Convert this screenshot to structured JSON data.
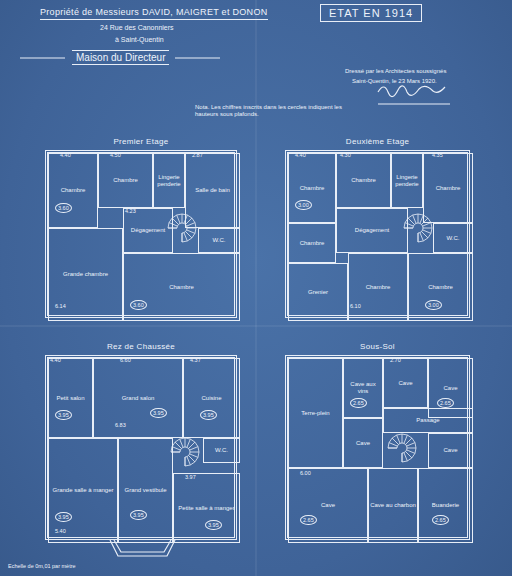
{
  "diagram": {
    "title": "Maison du Directeur",
    "nodes": [
      {
        "text": [
          "Premier Etage"
        ]
      },
      {
        "text": [
          "Chambre"
        ],
        "in": 0
      },
      {
        "text": [
          "Chambre"
        ],
        "in": 0
      },
      {
        "text": [
          "Lingerie penderie"
        ],
        "in": 0
      },
      {
        "text": [
          "Salle de bain"
        ],
        "in": 0
      },
      {
        "text": [
          "Grande chambre"
        ],
        "in": 0
      },
      {
        "text": [
          "Dégagement"
        ],
        "in": 0
      },
      {
        "text": [
          "W.C."
        ],
        "in": 0
      },
      {
        "text": [
          "Chambre"
        ],
        "in": 0
      },
      {
        "text": [
          "Deuxième Etage"
        ]
      },
      {
        "text": [
          "Chambre"
        ],
        "in": 9
      },
      {
        "text": [
          "Chambre"
        ],
        "in": 9
      },
      {
        "text": [
          "Lingerie penderie"
        ],
        "in": 9
      },
      {
        "text": [
          "Chambre"
        ],
        "in": 9
      },
      {
        "text": [
          "Dégagement"
        ],
        "in": 9
      },
      {
        "text": [
          "Chambre"
        ],
        "in": 9
      },
      {
        "text": [
          "W.C."
        ],
        "in": 9
      },
      {
        "text": [
          "Grenier"
        ],
        "in": 9
      },
      {
        "text": [
          "Chambre"
        ],
        "in": 9
      },
      {
        "text": [
          "Chambre"
        ],
        "in": 9
      },
      {
        "text": [
          "Rez de Chaussée"
        ]
      },
      {
        "text": [
          "Petit salon"
        ],
        "in": 20
      },
      {
        "text": [
          "Grand salon"
        ],
        "in": 20
      },
      {
        "text": [
          "Cuisine"
        ],
        "in": 20
      },
      {
        "text": [
          "Grande salle à manger"
        ],
        "in": 20
      },
      {
        "text": [
          "Grand vestibule"
        ],
        "in": 20
      },
      {
        "text": [
          "W.C."
        ],
        "in": 20
      },
      {
        "text": [
          "Petite salle à manger"
        ],
        "in": 20
      },
      {
        "text": [
          "Sous-Sol"
        ]
      },
      {
        "text": [
          "Terre-plein"
        ],
        "in": 28
      },
      {
        "text": [
          "Cave aux vins"
        ],
        "in": 28
      },
      {
        "text": [
          "Cave"
        ],
        "in": 28
      },
      {
        "text": [
          "Cave"
        ],
        "in": 28
      },
      {
        "text": [
          "Cave"
        ],
        "in": 28
      },
      {
        "text": [
          "Passage"
        ],
        "in": 28
      },
      {
        "text": [
          "Cave"
        ],
        "in": 28
      },
      {
        "text": [
          "Cave"
        ],
        "in": 28
      },
      {
        "text": [
          "Cave au charbon"
        ],
        "in": 28
      },
      {
        "text": [
          "Buanderie"
        ],
        "in": 28
      }
    ],
    "labels": [
      "Propriété de Messieurs DAVID, MAIGRET et DONON",
      "24 Rue des Canonniers",
      "à Saint-Quentin",
      "ETAT EN 1914",
      "Dressé par les Architectes soussignés",
      "Saint-Quentin, le 23 Mars 1920.",
      "Nota. Les chiffres inscrits dans les cercles indiquent les hauteurs sous plafonds.",
      "Echelle de 0m,01 par mètre",
      "4.40",
      "4.50",
      "2.87",
      "3.60",
      "4.23",
      "6.14",
      "3.60",
      "4.40",
      "4.30",
      "4.35",
      "3.00",
      "6.10",
      "3.00",
      "4.40",
      "6.60",
      "4.37",
      "3.95",
      "6.83",
      "3.95",
      "3.95",
      "3.95",
      "5.40",
      "3.95",
      "3.97",
      "3.95",
      "2.65",
      "2.70",
      "2.65",
      "2.65",
      "2.65",
      "6.00"
    ]
  }
}
